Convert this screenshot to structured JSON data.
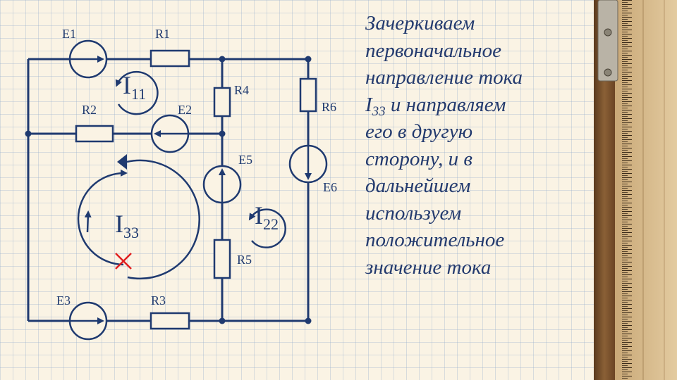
{
  "components": {
    "e1": "E1",
    "r1": "R1",
    "r2": "R2",
    "e2": "E2",
    "r4": "R4",
    "r6": "R6",
    "e5": "E5",
    "e6": "E6",
    "r5": "R5",
    "e3": "E3",
    "r3": "R3"
  },
  "loops": {
    "i11": {
      "symbol": "I",
      "index": "11"
    },
    "i22": {
      "symbol": "I",
      "index": "22"
    },
    "i33": {
      "symbol": "I",
      "index": "33"
    }
  },
  "caption": {
    "line1": "Зачеркиваем",
    "line2": "первоначальное",
    "line3": "направление тока",
    "line4_symbol": "I",
    "line4_index": "33",
    "line4_rest": " и направляем",
    "line5": "его в другую",
    "line6": "сторону, и в",
    "line7": "дальнейшем",
    "line8": "используем",
    "line9": "положительное",
    "line10": "значение тока"
  },
  "colors": {
    "wire": "#1f3a70",
    "cross": "#e02020",
    "paper": "#faf3e4",
    "grid": "#96afcd"
  },
  "icons": {
    "cross_mark": "red-x-cross-icon",
    "ruler": "wooden-ruler"
  }
}
